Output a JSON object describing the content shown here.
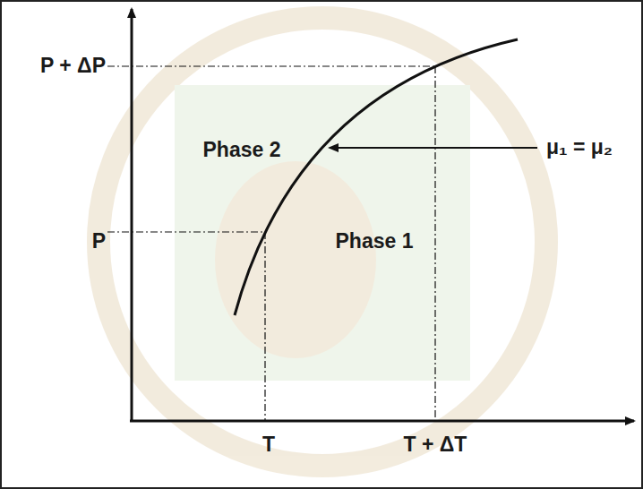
{
  "diagram": {
    "labels": [
      "P + ΔP",
      "Phase 2",
      "μ₁ = μ₂",
      "P",
      "Phase 1",
      "T",
      "T + ΔT"
    ]
  }
}
